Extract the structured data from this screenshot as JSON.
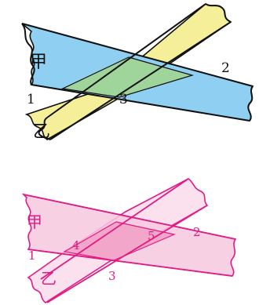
{
  "top_figure": {
    "strip_a_label": "甲",
    "strip_b_label": "乙",
    "angle_labels": [
      "1",
      "2",
      "3"
    ],
    "colors": {
      "strip_a": "#8fd0f2",
      "strip_b": "#f6ef9a",
      "overlap": "#9fd49a",
      "outline": "#111111"
    }
  },
  "bottom_figure": {
    "strip_a_label": "甲",
    "strip_b_label": "乙",
    "angle_labels": [
      "1",
      "2",
      "3",
      "4",
      "5"
    ],
    "colors": {
      "strip_a": "#f7c8df",
      "strip_b": "#fbe1ee",
      "overlap": "#f2a6c9",
      "outline": "#e01c84"
    }
  }
}
